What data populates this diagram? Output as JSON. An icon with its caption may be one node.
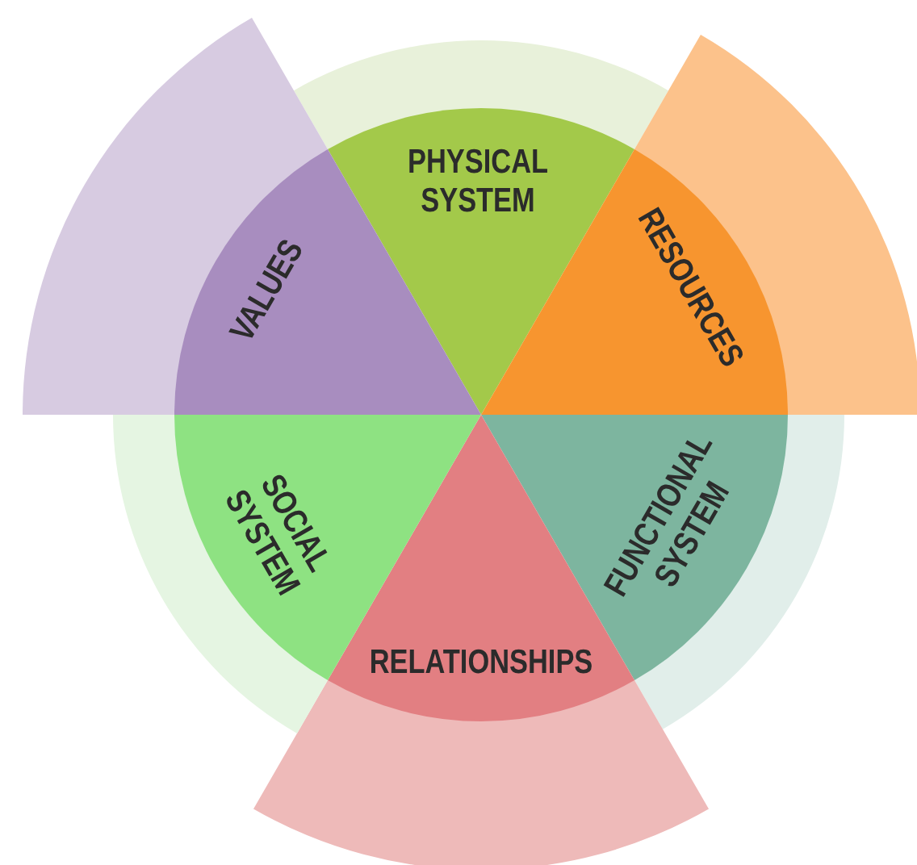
{
  "diagram": {
    "nodes": [
      {
        "text": [
          "PHYSICAL SYSTEM"
        ]
      },
      {
        "text": [
          "RESOURCES"
        ]
      },
      {
        "text": [
          "FUNCTIONAL SYSTEM"
        ]
      },
      {
        "text": [
          "RELATIONSHIPS"
        ]
      },
      {
        "text": [
          "SOCIAL SYSTEM"
        ]
      },
      {
        "text": [
          "VALUES"
        ]
      }
    ]
  }
}
